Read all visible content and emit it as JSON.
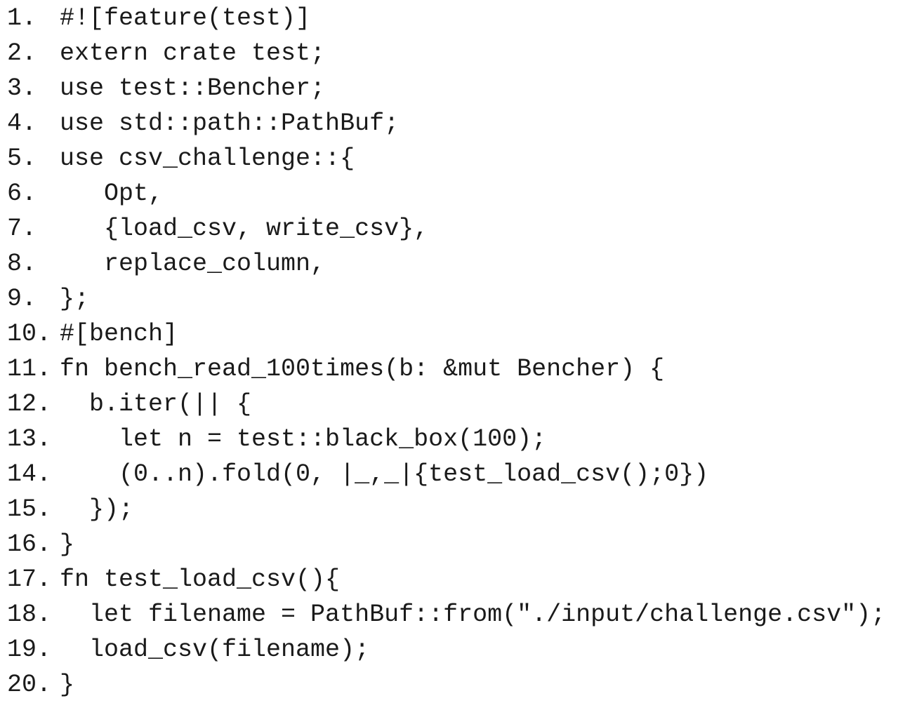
{
  "page": {
    "background_color": "#ffffff",
    "text_color": "#1a1a1a",
    "kind": "code-listing",
    "language": "rust"
  },
  "code_listing": {
    "lines": [
      {
        "num": "1.",
        "code": "#![feature(test)]"
      },
      {
        "num": "2.",
        "code": "extern crate test;"
      },
      {
        "num": "3.",
        "code": "use test::Bencher;"
      },
      {
        "num": "4.",
        "code": "use std::path::PathBuf;"
      },
      {
        "num": "5.",
        "code": "use csv_challenge::{"
      },
      {
        "num": "6.",
        "code": "   Opt,"
      },
      {
        "num": "7.",
        "code": "   {load_csv, write_csv},"
      },
      {
        "num": "8.",
        "code": "   replace_column,"
      },
      {
        "num": "9.",
        "code": "};"
      },
      {
        "num": "10.",
        "code": "#[bench]"
      },
      {
        "num": "11.",
        "code": "fn bench_read_100times(b: &mut Bencher) {"
      },
      {
        "num": "12.",
        "code": "  b.iter(|| {"
      },
      {
        "num": "13.",
        "code": "    let n = test::black_box(100);"
      },
      {
        "num": "14.",
        "code": "    (0..n).fold(0, |_,_|{test_load_csv();0})"
      },
      {
        "num": "15.",
        "code": "  });"
      },
      {
        "num": "16.",
        "code": "}"
      },
      {
        "num": "17.",
        "code": "fn test_load_csv(){"
      },
      {
        "num": "18.",
        "code": "  let filename = PathBuf::from(\"./input/challenge.csv\");"
      },
      {
        "num": "19.",
        "code": "  load_csv(filename);"
      },
      {
        "num": "20.",
        "code": "}"
      }
    ]
  }
}
